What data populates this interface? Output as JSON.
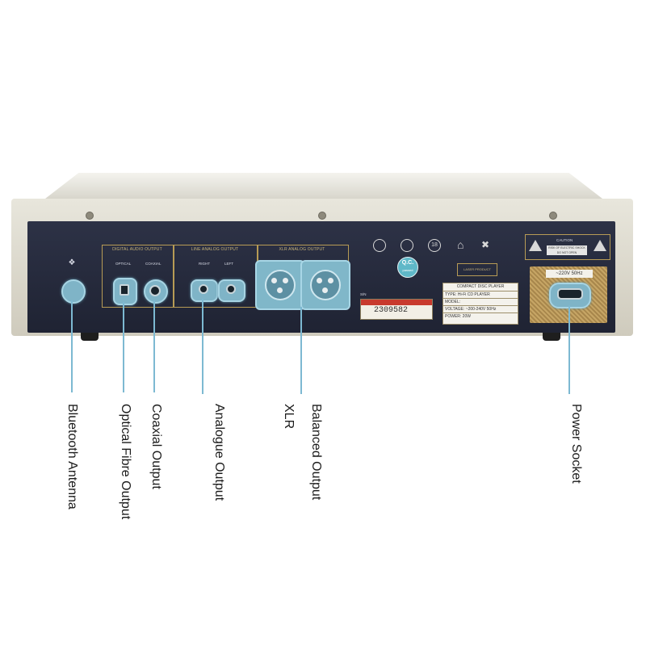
{
  "labels": {
    "bluetooth_antenna": "Bluetooth Antenna",
    "optical_fibre_output": "Optical Fibre Output",
    "coaxial_output": "Coaxial Output",
    "analogue_output": "Analogue Output",
    "xlr": "XLR",
    "balanced_output": "Balanced Output",
    "power_socket": "Power Socket"
  },
  "panel": {
    "digital_audio_output": "DIGITAL AUDIO OUTPUT",
    "optical": "OPTICAL",
    "coaxial": "COAXIAL",
    "line_analog_output": "LINE ANALOG OUTPUT",
    "right": "RIGHT",
    "left": "LEFT",
    "xlr_analog_output": "XLR ANALOG OUTPUT",
    "serial_prefix": "S/N",
    "serial_number": "2309582",
    "qc": "Q.C.",
    "qc_sub": "passed",
    "compact_disc_player": "COMPACT DISC PLAYER",
    "type": "TYPE: Hi-Fi CD PLAYER",
    "model": "MODEL:",
    "voltage": "VOLTAGE: ~200-240V 50Hz",
    "power": "POWER: 20W",
    "caution": "CAUTION",
    "risk_text": "RISK OF ELECTRIC SHOCK DO NOT OPEN",
    "power_rating": "~220V 50Hz",
    "laser_product": "LASER PRODUCT",
    "badge_number": "18"
  },
  "colors": {
    "callout": "#7db9d2",
    "panel": "#262b3d",
    "chassis": "#ddd9cc",
    "trim": "#b79b55"
  }
}
